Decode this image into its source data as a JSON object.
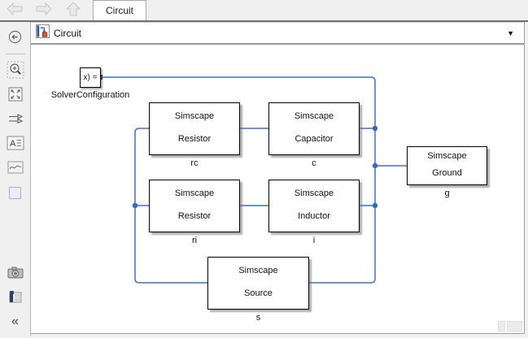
{
  "tab_bar": {
    "active_tab": "Circuit"
  },
  "breadcrumb": {
    "model_name": "Circuit",
    "dropdown_glyph": "▼"
  },
  "palette": {
    "collapse_glyph": "«",
    "icons": [
      "hide-explorer-bar",
      "zoom-in",
      "fit-to-view",
      "route-lines",
      "annotation",
      "image",
      "area",
      "viewmark-camera",
      "legend",
      "collapse-palette"
    ]
  },
  "canvas": {
    "solver_block": {
      "text": "x) =",
      "label": "SolverConfiguration"
    },
    "blocks": [
      {
        "line1": "Simscape",
        "line2": "Resistor",
        "label": "rc"
      },
      {
        "line1": "Simscape",
        "line2": "Capacitor",
        "label": "c"
      },
      {
        "line1": "Simscape",
        "line2": "Resistor",
        "label": "ri"
      },
      {
        "line1": "Simscape",
        "line2": "Inductor",
        "label": "i"
      },
      {
        "line1": "Simscape",
        "line2": "Source",
        "label": "s"
      },
      {
        "line1": "Simscape",
        "line2": "Ground",
        "label": "g"
      }
    ]
  },
  "colors": {
    "wire": "#3f72c6",
    "wire_dot": "#3a66bb",
    "block_fill": "#ffffff",
    "block_border": "#000000",
    "chrome_bg": "#f0f0f0"
  }
}
